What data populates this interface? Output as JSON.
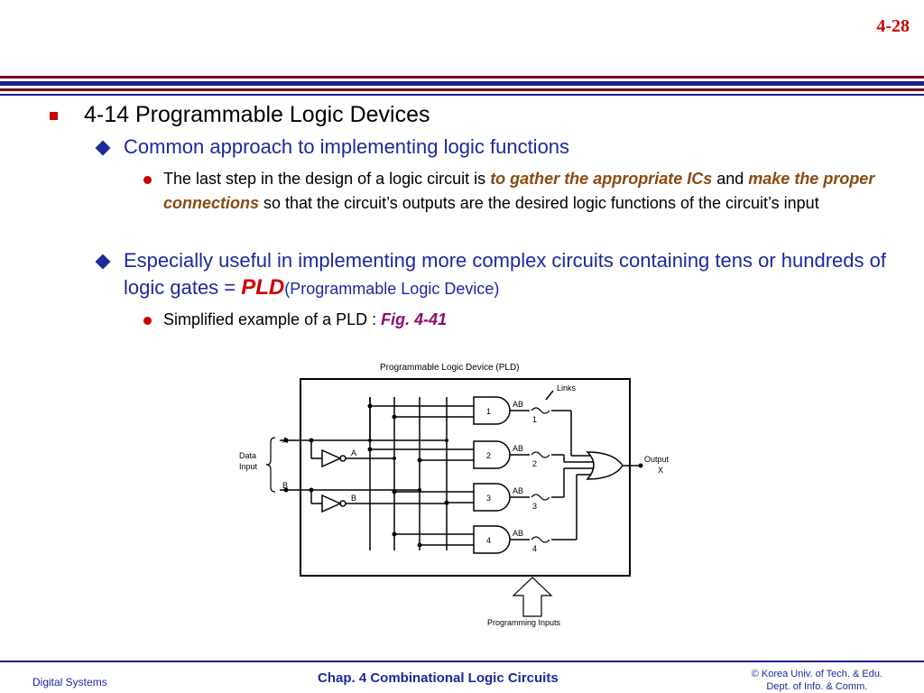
{
  "page_number": "4-28",
  "section": {
    "title": "4-14  Programmable Logic Devices",
    "item1": {
      "heading": "Common approach to implementing logic functions",
      "sub1": {
        "t1": "The last step in the design of a logic circuit is ",
        "e1": "to gather the appropriate ICs",
        "t2": " and ",
        "e2": "make the proper connections",
        "t3": " so that the circuit’s outputs are the desired logic functions of the circuit’s input"
      }
    },
    "item2": {
      "heading": "Especially useful in implementing more complex circuits containing tens or hundreds of logic gates = ",
      "emph": "PLD",
      "paren": "(Programmable Logic Device)",
      "sub1": {
        "text": "Simplified example of a PLD : ",
        "fig_ref": "Fig. 4-41"
      }
    }
  },
  "figure": {
    "title": "Programmable Logic Device (PLD)",
    "links_label": "Links",
    "data_input_label_1": "Data",
    "data_input_label_2": "Input",
    "input_a": "A",
    "input_b": "B",
    "not_a": "A",
    "not_b": "B",
    "gates": [
      "1",
      "2",
      "3",
      "4"
    ],
    "gate_outputs": [
      "AB",
      "AB",
      "AB",
      "AB"
    ],
    "links": [
      "1",
      "2",
      "3",
      "4"
    ],
    "output_label_1": "Output",
    "output_label_2": "X",
    "programming_inputs": "Programming Inputs"
  },
  "footer": {
    "left": "Digital Systems",
    "center": "Chap. 4  Combinational Logic Circuits",
    "right_1": "© Korea Univ. of Tech. & Edu.",
    "right_2": "Dept. of Info. & Comm."
  },
  "colors": {
    "title_accent": "#cc0000",
    "level2_text": "#1a2a9e",
    "emphasis_brown": "#8b4a12",
    "emphasis_purple": "#8b0d6e"
  }
}
